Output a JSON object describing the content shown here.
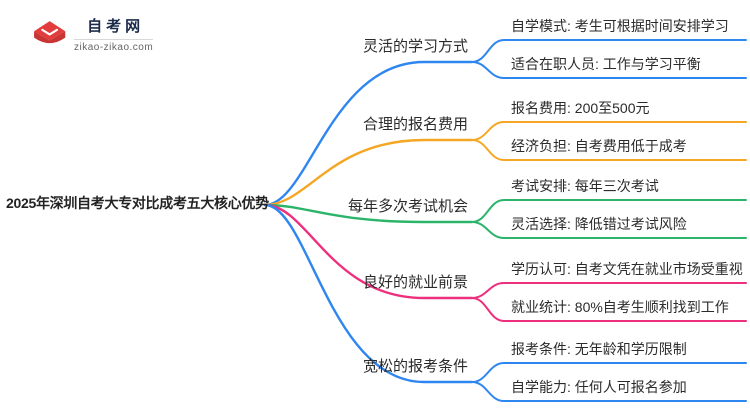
{
  "brand": {
    "name": "自考网",
    "domain": "zikao-zikao.com",
    "icon": "graduation-cap-icon",
    "icon_colors": {
      "crescent_blue": "#1679c0",
      "cap_red": "#e23c3c",
      "cap_red_dark": "#c93434"
    }
  },
  "center": {
    "title": "2025年深圳自考大专对比成考五大核心优势"
  },
  "branches": [
    {
      "label": "灵活的学习方式",
      "color": "#2e86f0",
      "children": [
        {
          "text": "自学模式: 考生可根据时间安排学习"
        },
        {
          "text": "适合在职人员: 工作与学习平衡"
        }
      ]
    },
    {
      "label": "合理的报名费用",
      "color": "#f5a623",
      "children": [
        {
          "text": "报名费用: 200至500元"
        },
        {
          "text": "经济负担: 自考费用低于成考"
        }
      ]
    },
    {
      "label": "每年多次考试机会",
      "color": "#2cb56a",
      "children": [
        {
          "text": "考试安排: 每年三次考试"
        },
        {
          "text": "灵活选择: 降低错过考试风险"
        }
      ]
    },
    {
      "label": "良好的就业前景",
      "color": "#ee2f7d",
      "children": [
        {
          "text": "学历认可: 自考文凭在就业市场受重视"
        },
        {
          "text": "就业统计: 80%自考生顺利找到工作"
        }
      ]
    },
    {
      "label": "宽松的报考条件",
      "color": "#2e86f0",
      "children": [
        {
          "text": "报考条件: 无年龄和学历限制"
        },
        {
          "text": "自学能力: 任何人可报名参加"
        }
      ]
    }
  ]
}
